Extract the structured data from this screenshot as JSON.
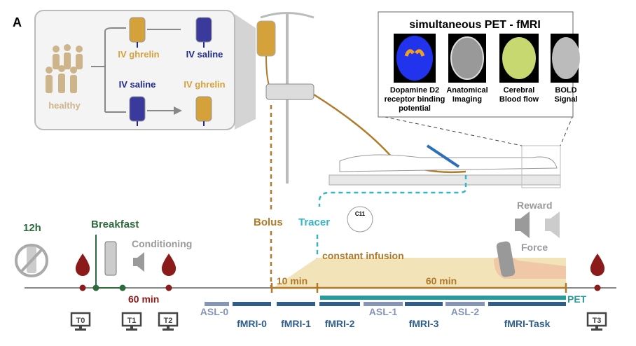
{
  "panel_label": "A",
  "design": {
    "group": "healthy",
    "arm1": [
      "IV ghrelin",
      "IV saline"
    ],
    "arm2": [
      "IV saline",
      "IV ghrelin"
    ]
  },
  "pet_fmri": {
    "title": "simultaneous PET - fMRI",
    "panels": [
      {
        "label_lines": [
          "Dopamine D2",
          "receptor binding",
          "potential"
        ]
      },
      {
        "label_lines": [
          "Anatomical",
          "Imaging"
        ]
      },
      {
        "label_lines": [
          "Cerebral",
          "Blood flow"
        ]
      },
      {
        "label_lines": [
          "BOLD",
          "Signal"
        ]
      }
    ]
  },
  "timeline": {
    "fast": "12h",
    "breakfast": "Breakfast",
    "conditioning": "Conditioning",
    "breakfast_duration": "60 min",
    "bolus": "Bolus",
    "tracer": "Tracer",
    "tracer_badge": "C11",
    "infusion": "constant infusion",
    "reward": "Reward",
    "force": "Force",
    "interval_1": "10 min",
    "interval_2": "60 min",
    "pet": "PET",
    "timepoints": [
      "T0",
      "T1",
      "T2",
      "T3"
    ],
    "scans": [
      {
        "label": "ASL-0",
        "kind": "asl"
      },
      {
        "label": "fMRI-0",
        "kind": "fmri"
      },
      {
        "label": "fMRI-1",
        "kind": "fmri"
      },
      {
        "label": "fMRI-2",
        "kind": "fmri"
      },
      {
        "label": "ASL-1",
        "kind": "asl"
      },
      {
        "label": "fMRI-3",
        "kind": "fmri"
      },
      {
        "label": "ASL-2",
        "kind": "asl"
      },
      {
        "label": "fMRI-Task",
        "kind": "fmri"
      }
    ]
  },
  "colors": {
    "ghrelin": "#d4a13a",
    "saline": "#1f2a8c",
    "healthy": "#cdb48a",
    "green": "#2e6b3c",
    "brown": "#b07a2a",
    "teal": "#34b6c4",
    "pet_bar": "#2a9a9c",
    "fmri": "#2f5d8c",
    "asl": "#8595b8",
    "blood": "#8b1a1a",
    "gray": "#9a9a9a",
    "infusion_fill": "#f2e3b8"
  }
}
